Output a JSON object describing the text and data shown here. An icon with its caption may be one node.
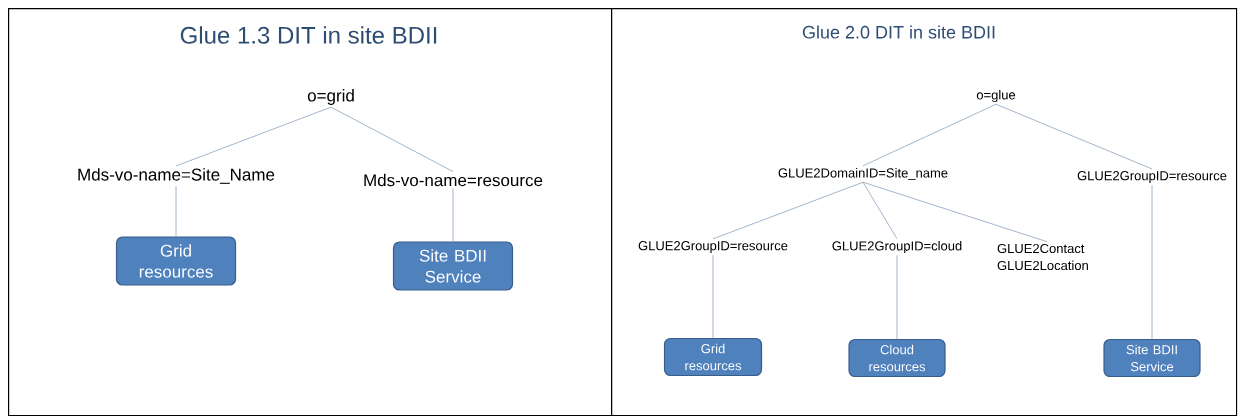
{
  "diagram": {
    "nodes": [
      {
        "text": [
          "Glue 1.3 DIT in site BDII"
        ]
      },
      {
        "text": [
          "o=grid"
        ],
        "in": 0
      },
      {
        "text": [
          "Mds-vo-name=Site_Name"
        ],
        "in": 0
      },
      {
        "text": [
          "Mds-vo-name=resource"
        ],
        "in": 0
      },
      {
        "text": [
          "Grid resources"
        ],
        "in": 0
      },
      {
        "text": [
          "Site BDII Service"
        ],
        "in": 0
      },
      {
        "text": [
          "Glue 2.0 DIT in site BDII"
        ]
      },
      {
        "text": [
          "o=glue"
        ],
        "in": 6
      },
      {
        "text": [
          "GLUE2DomainID=Site_name"
        ],
        "in": 6
      },
      {
        "text": [
          "GLUE2GroupID=resource"
        ],
        "in": 6
      },
      {
        "text": [
          "GLUE2GroupID=resource"
        ],
        "in": 6
      },
      {
        "text": [
          "GLUE2GroupID=cloud"
        ],
        "in": 6
      },
      {
        "text": [
          "GLUE2Contact GLUE2Location"
        ],
        "in": 6
      },
      {
        "text": [
          "Grid resources"
        ],
        "in": 6
      },
      {
        "text": [
          "Cloud resources"
        ],
        "in": 6
      },
      {
        "text": [
          "Site BDII Service"
        ],
        "in": 6
      }
    ],
    "edges": [
      {
        "from": 1,
        "to": 2,
        "arrow": "none"
      },
      {
        "from": 1,
        "to": 3,
        "arrow": "none"
      },
      {
        "from": 2,
        "to": 4,
        "arrow": "none"
      },
      {
        "from": 3,
        "to": 5,
        "arrow": "none"
      },
      {
        "from": 7,
        "to": 8,
        "arrow": "none"
      },
      {
        "from": 7,
        "to": 9,
        "arrow": "none"
      },
      {
        "from": 8,
        "to": 10,
        "arrow": "none"
      },
      {
        "from": 8,
        "to": 11,
        "arrow": "none"
      },
      {
        "from": 8,
        "to": 12,
        "arrow": "none"
      },
      {
        "from": 10,
        "to": 13,
        "arrow": "none"
      },
      {
        "from": 11,
        "to": 14,
        "arrow": "none"
      },
      {
        "from": 9,
        "to": 15,
        "arrow": "none"
      }
    ]
  }
}
